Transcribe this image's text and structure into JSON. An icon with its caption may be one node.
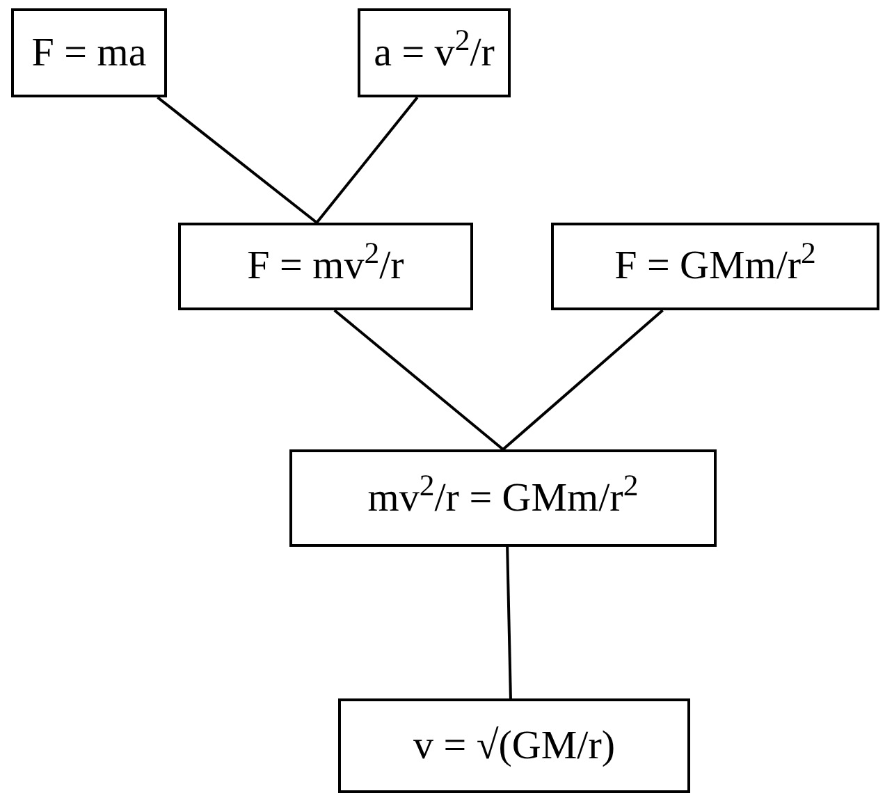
{
  "diagram": {
    "nodes": [
      {
        "text": [
          "F = ma"
        ]
      },
      {
        "text": [
          "a = v$^{2}$/r"
        ]
      },
      {
        "text": [
          "F = mv$^{2}$/r"
        ]
      },
      {
        "text": [
          "F = GMm/r$^{2}$"
        ]
      },
      {
        "text": [
          "mv$^{2}$/r = GMm/r$^{2}$"
        ]
      },
      {
        "text": [
          "v = √(GM/r)"
        ]
      }
    ],
    "edges": [
      {
        "from": 0,
        "to": 2,
        "arrow": "none"
      },
      {
        "from": 1,
        "to": 2,
        "arrow": "none"
      },
      {
        "from": 2,
        "to": 4,
        "arrow": "none"
      },
      {
        "from": 3,
        "to": 4,
        "arrow": "none"
      },
      {
        "from": 4,
        "to": 5,
        "arrow": "none"
      }
    ]
  }
}
